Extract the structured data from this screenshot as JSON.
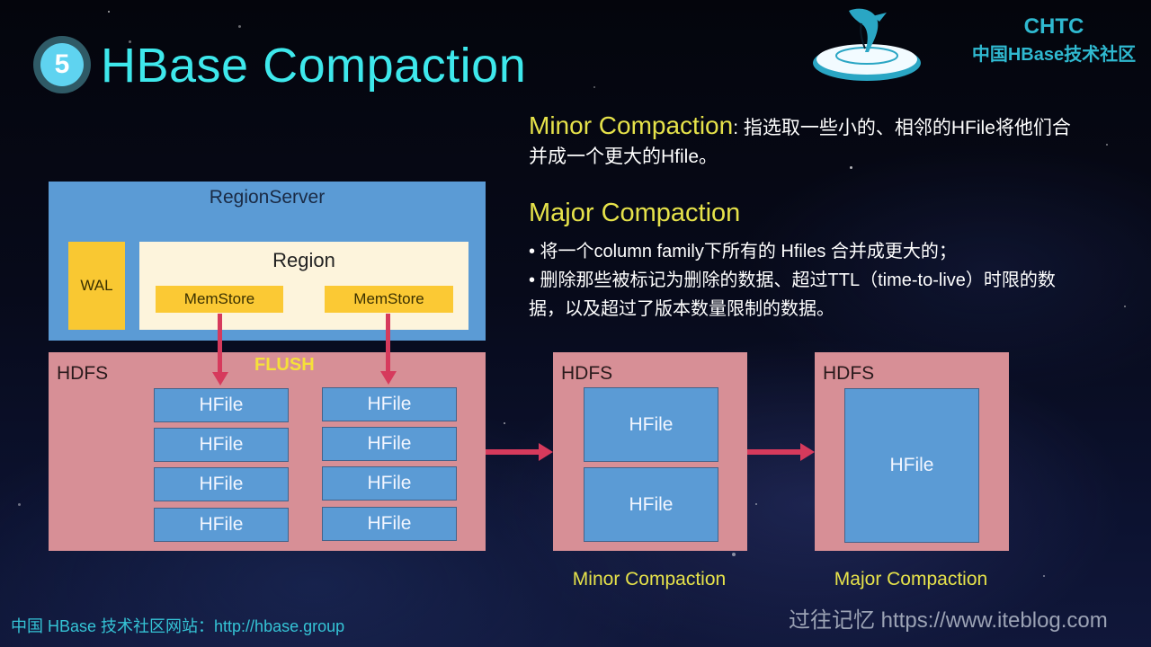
{
  "slide": {
    "number": "5",
    "title": "HBase Compaction"
  },
  "logo": {
    "name": "CHTC",
    "subtitle": "中国HBase技术社区",
    "icon": "orca-on-disc-logo"
  },
  "minor": {
    "term": "Minor Compaction",
    "desc": ": 指选取一些小的、相邻的HFile将他们合并成一个更大的Hfile。"
  },
  "major": {
    "term": "Major Compaction",
    "bullets": [
      "• 将一个column family下所有的 Hfiles 合并成更大的；",
      "• 删除那些被标记为删除的数据、超过TTL（time-to-live）时限的数据，以及超过了版本数量限制的数据。"
    ]
  },
  "diagram": {
    "region_server": "RegionServer",
    "wal": "WAL",
    "region": "Region",
    "memstores": [
      "MemStore",
      "MemStore"
    ],
    "hdfs_label": "HDFS",
    "flush": "FLUSH",
    "hfile": "HFile",
    "hdfs1_hfiles_left": [
      "HFile",
      "HFile",
      "HFile",
      "HFile"
    ],
    "hdfs1_hfiles_right": [
      "HFile",
      "HFile",
      "HFile",
      "HFile"
    ],
    "hdfs2_hfiles": [
      "HFile",
      "HFile"
    ],
    "hdfs3_hfiles": [
      "HFile"
    ],
    "captions": [
      "Minor Compaction",
      "Major Compaction"
    ],
    "colors": {
      "blue": "#5b9bd5",
      "yellow": "#f9c832",
      "cream": "#fdf4dc",
      "pink": "#d78f96",
      "arrow": "#d63a5c",
      "accent_yellow": "#e6e24a",
      "title_cyan": "#3ee8ec"
    }
  },
  "footer": {
    "left": "中国 HBase 技术社区网站：http://hbase.group",
    "right": "过往记忆 https://www.iteblog.com"
  }
}
